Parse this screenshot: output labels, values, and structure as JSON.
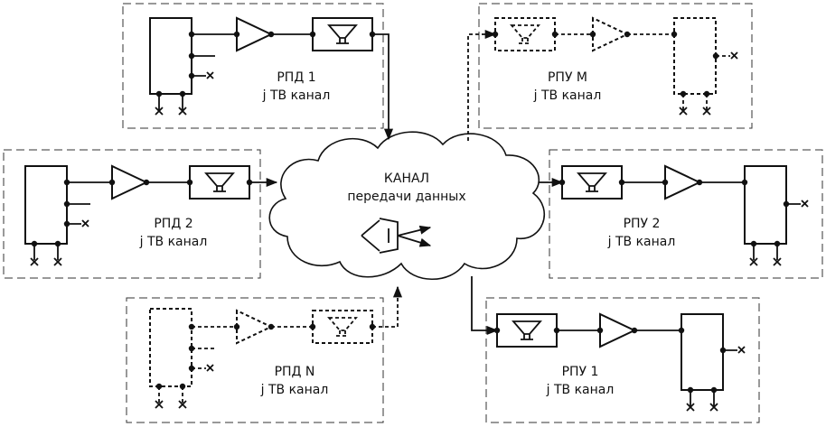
{
  "channel": {
    "title": "КАНАЛ",
    "subtitle": "передачи данных"
  },
  "nodes": {
    "rpd1": {
      "name": "РПД 1",
      "sub": "j ТВ канал"
    },
    "rpd2": {
      "name": "РПД 2",
      "sub": "j ТВ канал"
    },
    "rpdN": {
      "name": "РПД N",
      "sub": "j ТВ канал"
    },
    "rpuM": {
      "name": "РПУ M",
      "sub": "j ТВ канал"
    },
    "rpu2": {
      "name": "РПУ 2",
      "sub": "j ТВ канал"
    },
    "rpu1": {
      "name": "РПУ 1",
      "sub": "j ТВ канал"
    }
  },
  "colors": {
    "line": "#111111",
    "frame": "#333333",
    "background": "#ffffff"
  }
}
